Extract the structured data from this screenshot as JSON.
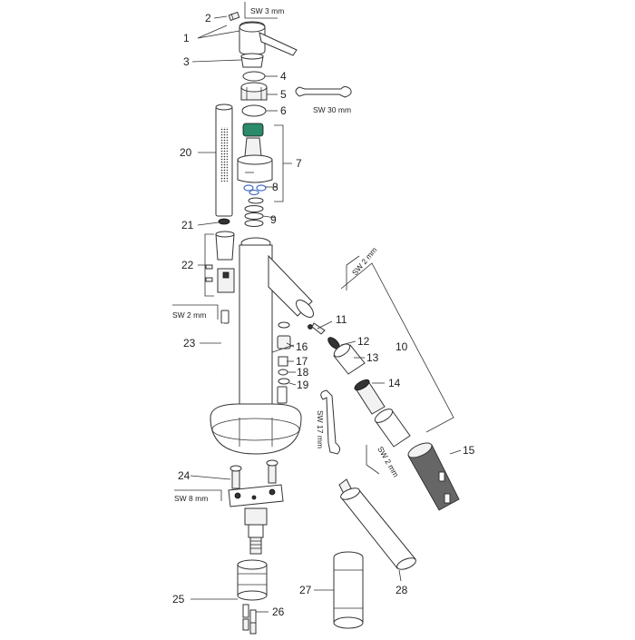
{
  "diagram": {
    "parts": [
      {
        "id": "1",
        "label": "1"
      },
      {
        "id": "2",
        "label": "2"
      },
      {
        "id": "3",
        "label": "3"
      },
      {
        "id": "4",
        "label": "4"
      },
      {
        "id": "5",
        "label": "5"
      },
      {
        "id": "6",
        "label": "6"
      },
      {
        "id": "7",
        "label": "7"
      },
      {
        "id": "8",
        "label": "8"
      },
      {
        "id": "9",
        "label": "9"
      },
      {
        "id": "10",
        "label": "10"
      },
      {
        "id": "11",
        "label": "11"
      },
      {
        "id": "12",
        "label": "12"
      },
      {
        "id": "13",
        "label": "13"
      },
      {
        "id": "14",
        "label": "14"
      },
      {
        "id": "15",
        "label": "15"
      },
      {
        "id": "16",
        "label": "16"
      },
      {
        "id": "17",
        "label": "17"
      },
      {
        "id": "18",
        "label": "18"
      },
      {
        "id": "19",
        "label": "19"
      },
      {
        "id": "20",
        "label": "20"
      },
      {
        "id": "21",
        "label": "21"
      },
      {
        "id": "22",
        "label": "22"
      },
      {
        "id": "23",
        "label": "23"
      },
      {
        "id": "24",
        "label": "24"
      },
      {
        "id": "25",
        "label": "25"
      },
      {
        "id": "26",
        "label": "26"
      },
      {
        "id": "27",
        "label": "27"
      },
      {
        "id": "28",
        "label": "28"
      }
    ],
    "tools": {
      "sw3": "SW 3 mm",
      "sw30": "SW 30 mm",
      "sw2_top": "SW 2 mm",
      "sw2_left": "SW 2 mm",
      "sw17": "SW 17 mm",
      "sw2_lower": "SW 2 mm",
      "sw8": "SW 8 mm"
    },
    "colors": {
      "line": "#333333",
      "cartridge_cap": "#2a8a6a",
      "seal_blue": "#4a6fc4"
    }
  }
}
